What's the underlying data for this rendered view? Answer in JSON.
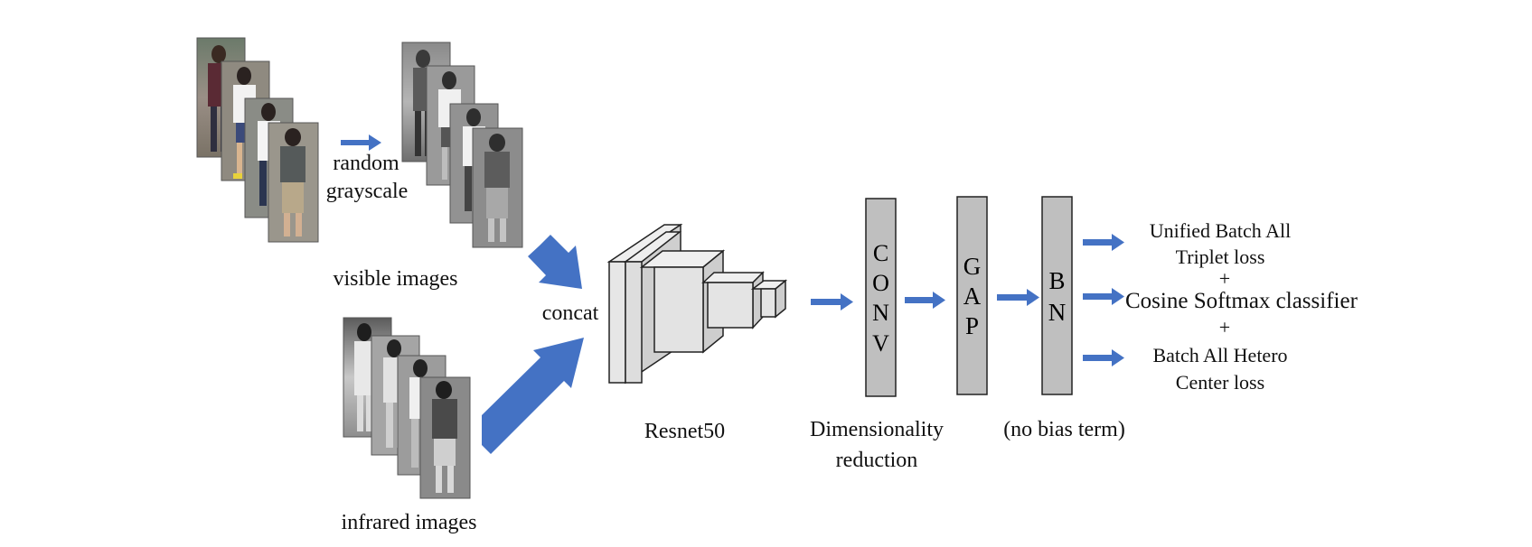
{
  "labels": {
    "random": "random",
    "grayscale": "grayscale",
    "visible_images": "visible images",
    "infrared_images": "infrared images",
    "concat": "concat",
    "resnet50": "Resnet50",
    "dim_reduction_line1": "Dimensionality",
    "dim_reduction_line2": "reduction",
    "no_bias_term": "(no bias term)"
  },
  "blocks": {
    "conv": [
      "C",
      "O",
      "N",
      "V"
    ],
    "gap": [
      "G",
      "A",
      "P"
    ],
    "bn": [
      "B",
      "N"
    ]
  },
  "losses": {
    "triplet_line1": "Unified Batch All",
    "triplet_line2": "Triplet loss",
    "plus1": "+",
    "softmax": "Cosine Softmax classifier",
    "plus2": "+",
    "hetero_line1": "Batch All Hetero",
    "hetero_line2": "Center loss"
  },
  "colors": {
    "arrow": "#4472C4",
    "block_fill": "#BFBFBF",
    "cube_face": "#E6E6E6",
    "cube_side": "#D0D0D0",
    "outline": "#222222"
  }
}
